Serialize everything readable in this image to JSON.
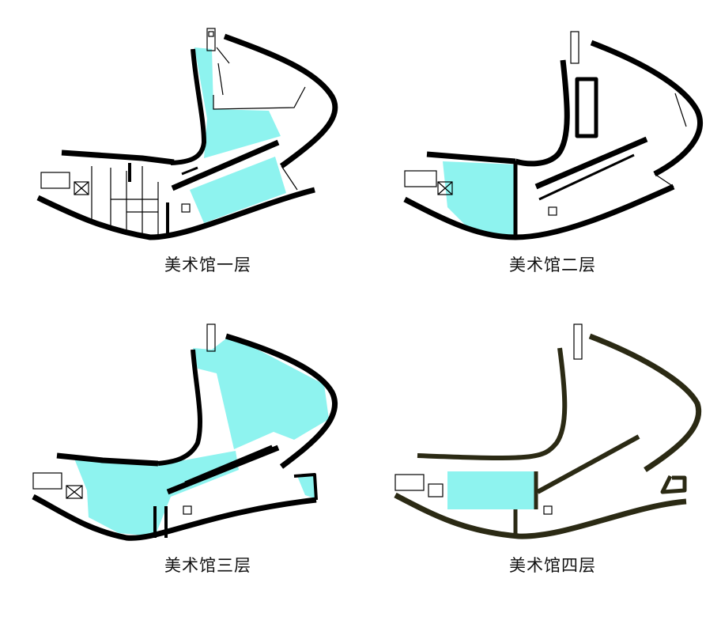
{
  "colors": {
    "highlight": "#8ef3ef",
    "wall": "#000000",
    "wall_floor4": "#2b2a14",
    "background": "#ffffff"
  },
  "plans": [
    {
      "caption": "美术馆一层"
    },
    {
      "caption": "美术馆二层"
    },
    {
      "caption": "美术馆三层"
    },
    {
      "caption": "美术馆四层"
    }
  ]
}
